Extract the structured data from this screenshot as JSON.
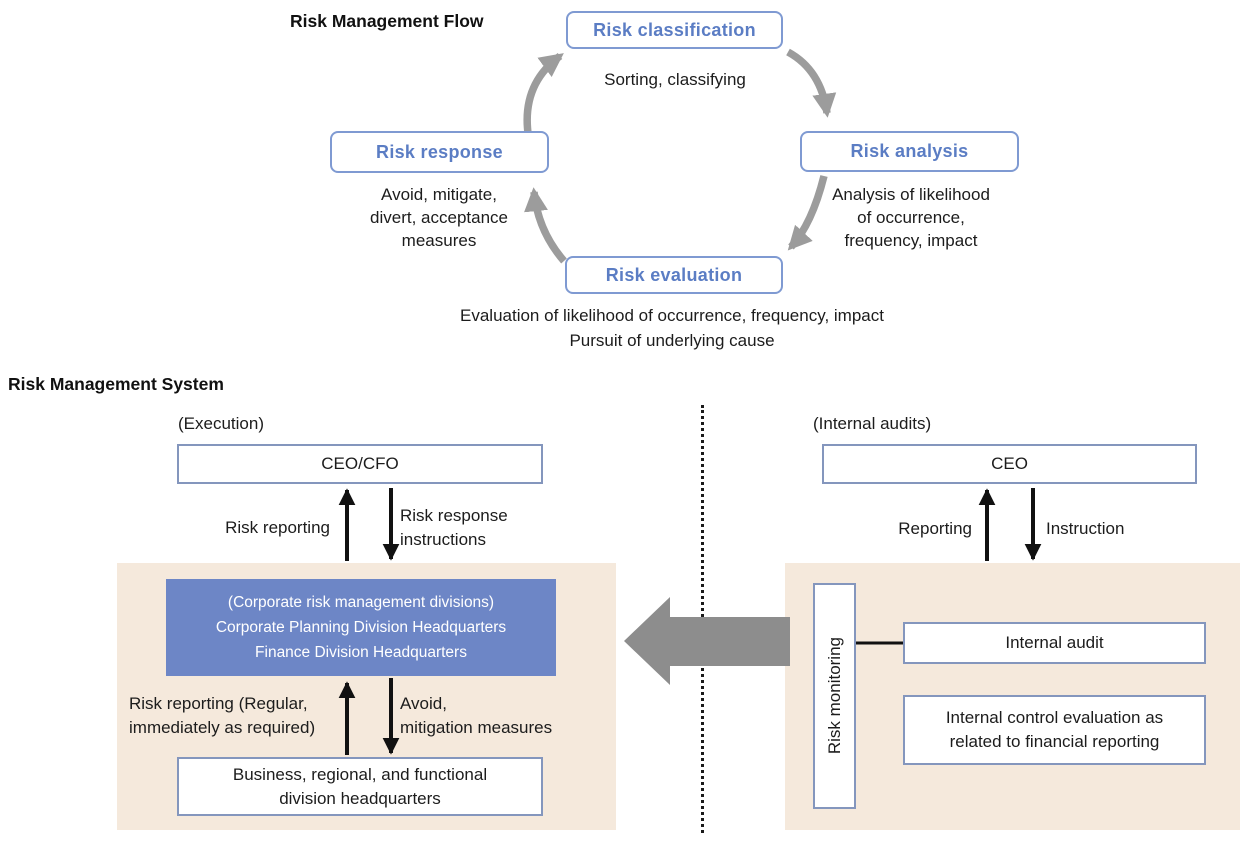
{
  "flow": {
    "title": "Risk Management Flow",
    "nodes": [
      {
        "label": "Risk classification",
        "desc_lines": [
          "Sorting, classifying"
        ]
      },
      {
        "label": "Risk analysis",
        "desc_lines": [
          "Analysis of likelihood",
          "of occurrence,",
          "frequency, impact"
        ]
      },
      {
        "label": "Risk evaluation",
        "desc_lines": [
          "Evaluation of likelihood of occurrence, frequency, impact",
          "Pursuit of underlying cause"
        ]
      },
      {
        "label": "Risk response",
        "desc_lines": [
          "Avoid, mitigate,",
          "divert, acceptance",
          "measures"
        ]
      }
    ]
  },
  "system": {
    "title": "Risk Management System",
    "execution": {
      "section_label": "(Execution)",
      "top_box": "CEO/CFO",
      "up_arrow_label": "Risk reporting",
      "down_arrow_label_lines": [
        "Risk response",
        "instructions"
      ],
      "center_box_lines": [
        "(Corporate risk management divisions)",
        "Corporate Planning Division Headquarters",
        "Finance Division Headquarters"
      ],
      "lower_up_arrow_label_lines": [
        "Risk reporting (Regular,",
        "immediately as required)"
      ],
      "lower_down_arrow_label_lines": [
        "Avoid,",
        "mitigation measures"
      ],
      "bottom_box_lines": [
        "Business, regional, and functional",
        "division headquarters"
      ]
    },
    "internal_audits": {
      "section_label": "(Internal audits)",
      "top_box": "CEO",
      "up_arrow_label": "Reporting",
      "down_arrow_label": "Instruction",
      "side_box": "Risk monitoring",
      "audit_box": "Internal audit",
      "control_box_lines": [
        "Internal control evaluation as",
        "related to financial reporting"
      ]
    }
  },
  "colors": {
    "flow_label_blue": "#5b7dc4",
    "flow_border_blue": "#7f9ad2",
    "system_border_slate": "#8496bd",
    "panel_beige": "#f5e9dc",
    "highlight_box_blue": "#6d86c6",
    "big_arrow_gray": "#8d8d8d",
    "cycle_arrow_gray": "#9c9c9c",
    "arrow_black": "#111111",
    "text_black": "#1c1c1c"
  }
}
